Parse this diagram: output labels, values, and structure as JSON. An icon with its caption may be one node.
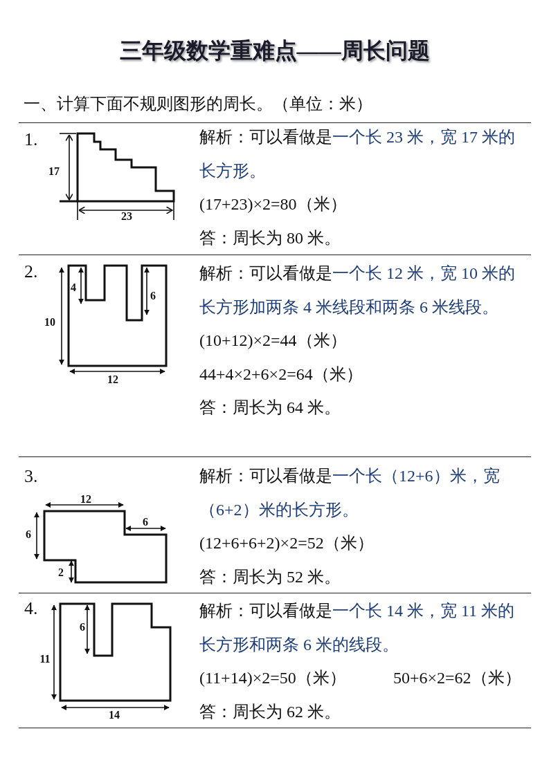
{
  "diagram": {
    "title": "三年级数学重难点——周长问题",
    "labels": [
      "一、计算下面不规则图形的周长。（单位：米）",
      "1.",
      "17",
      "23",
      "解析：可以看做是",
      "一个长 23 米，宽 17 米的长方形。",
      "(17+23)×2=80（米）",
      "答：周长为 80 米。",
      "2.",
      "4",
      "6",
      "10",
      "12",
      "解析：可以看做是",
      "一个长 12 米，宽 10 米的长方形加两条 4 米线段和两条 6 米线段。",
      "(10+12)×2=44（米）",
      "44+4×2+6×2=64（米）",
      "答：周长为 64 米。",
      "3.",
      "12",
      "6",
      "6",
      "2",
      "解析：可以看做是",
      "一个长（12+6）米，宽（6+2）米的长方形。",
      "(12+6+6+2)×2=52（米）",
      "答：周长为 52 米。",
      "4.",
      "6",
      "11",
      "14",
      "解析：可以看做是",
      "一个长 14 米，宽 11 米的长方形和两条 6 米的线段。",
      "(11+14)×2=50（米）",
      "50+6×2=62（米）",
      "答：周长为 62 米。"
    ]
  }
}
